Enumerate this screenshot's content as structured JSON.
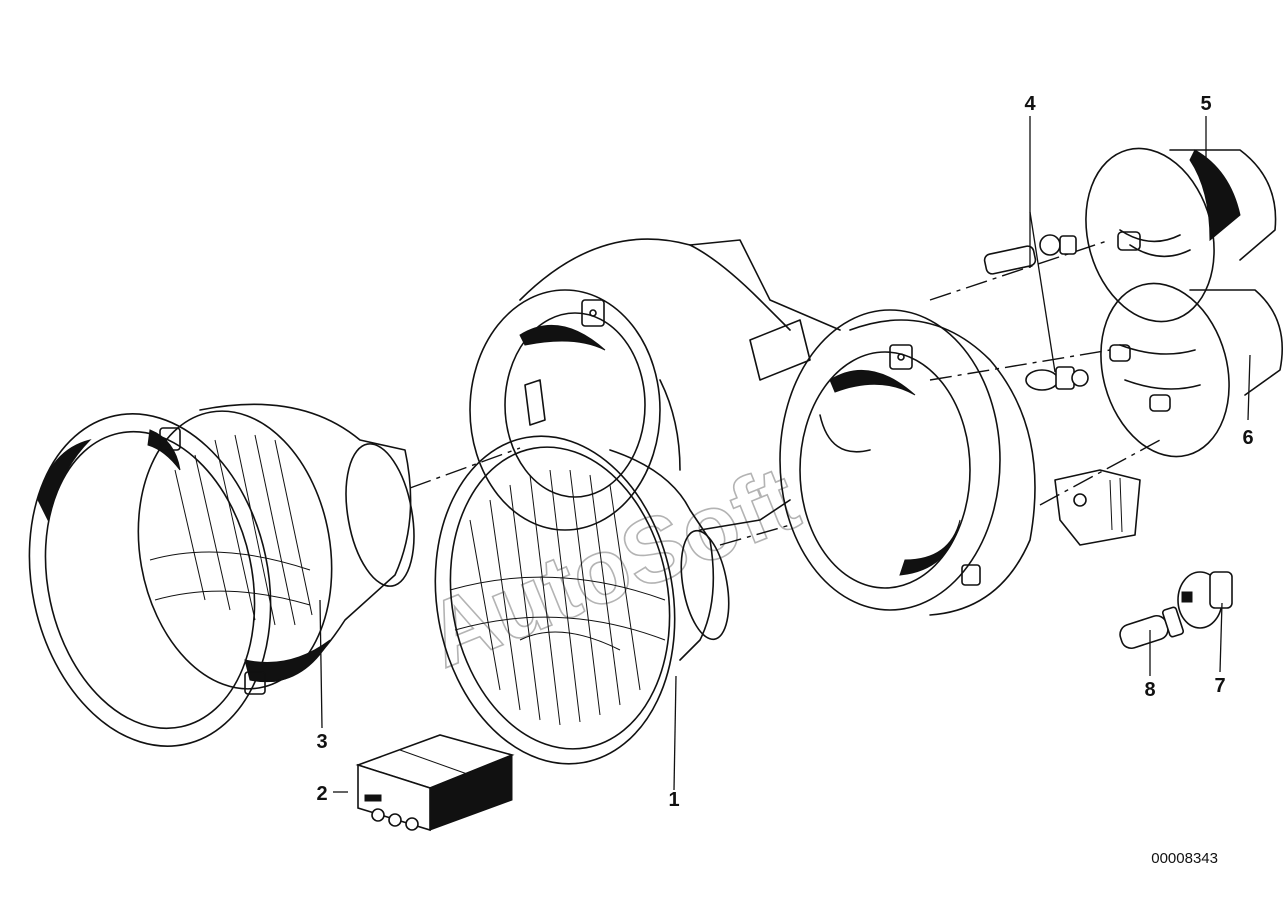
{
  "callouts": {
    "c1": "1",
    "c2": "2",
    "c3": "3",
    "c4": "4",
    "c5": "5",
    "c6": "6",
    "c7": "7",
    "c8": "8"
  },
  "drawing_number": "00008343",
  "watermark": "AutoSoft"
}
